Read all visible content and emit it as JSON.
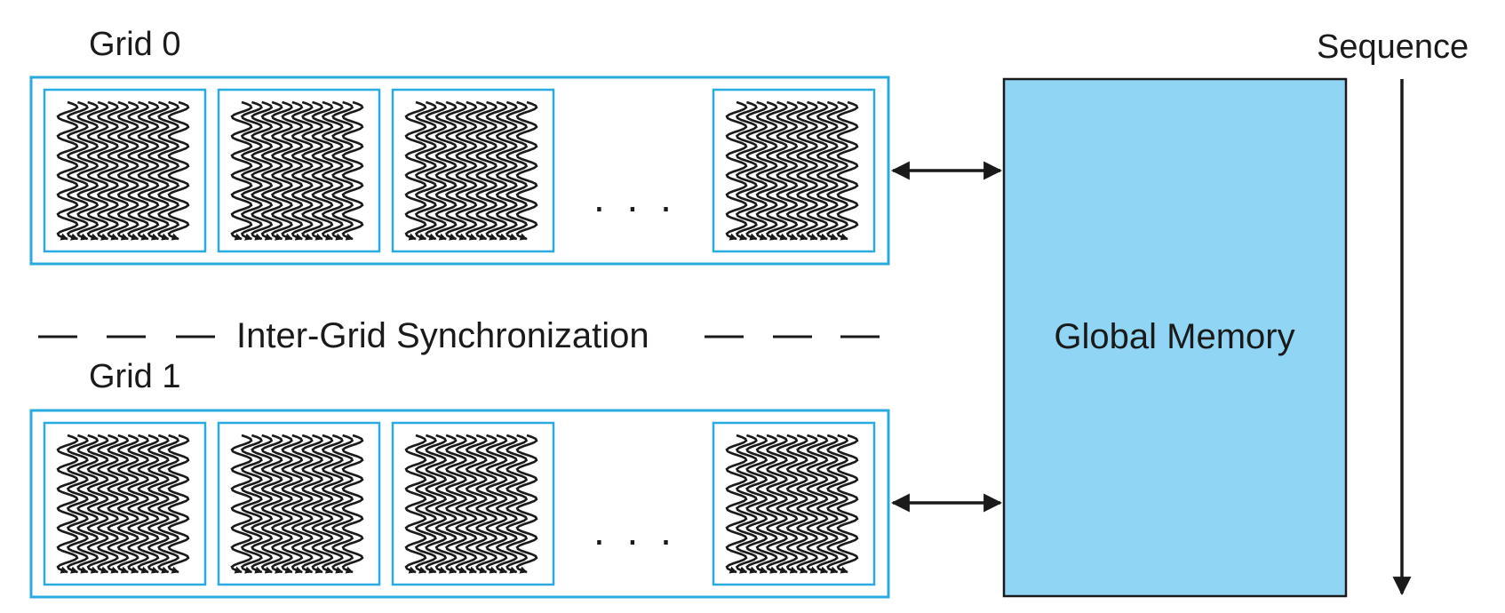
{
  "grids": [
    {
      "title": "Grid 0",
      "ellipsis": ". . ."
    },
    {
      "title": "Grid 1",
      "ellipsis": ". . ."
    }
  ],
  "sync_label": "Inter-Grid Synchronization",
  "memory_label": "Global Memory",
  "sequence_label": "Sequence",
  "colors": {
    "grid_border": "#29abe2",
    "memory_fill": "#91d5f4",
    "ink": "#1a1a1a"
  }
}
